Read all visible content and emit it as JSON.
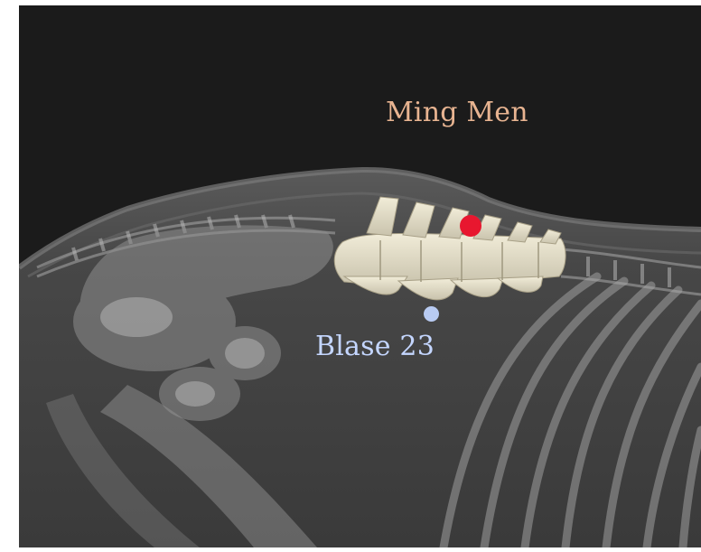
{
  "image_description_free": true,
  "points": [
    {
      "id": "ming-men",
      "label": "Ming Men",
      "label_color": "#e8b491",
      "dot_color": "#e8172f"
    },
    {
      "id": "blase-23",
      "label": "Blase 23",
      "label_color": "#c4d6ff",
      "dot_color": "#b8cbf2"
    }
  ],
  "colors": {
    "background": "#1b1b1b",
    "body_silhouette": "#3e3e3e",
    "bone_highlight": "#e9e4cf",
    "skeleton_faint": "#b9b9b9"
  }
}
